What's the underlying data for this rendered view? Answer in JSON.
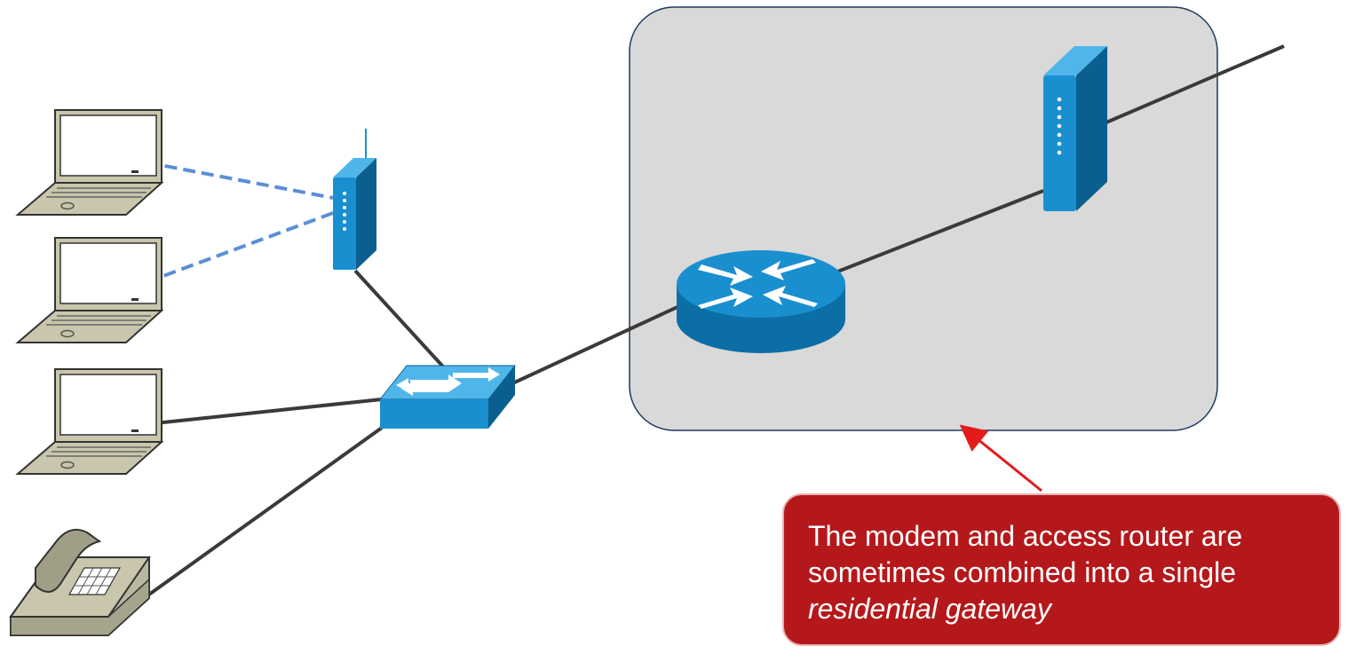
{
  "callout": {
    "line1": "The modem and access router are",
    "line2": "sometimes combined into a single",
    "line3_italic": "residential gateway"
  },
  "colors": {
    "gateway_box_fill": "#d9d9d9",
    "gateway_box_stroke": "#1f3a5f",
    "wired_link": "#3a3a3a",
    "wireless_link": "#5b8fd6",
    "device_blue": "#1a8fd0",
    "device_blue_dark": "#0b5f8e",
    "callout_fill": "#b5181b",
    "pointer_arrow": "#e31b1b",
    "laptop_body": "#c9c6ad"
  },
  "devices": [
    {
      "name": "laptop-1",
      "icon": "laptop-icon"
    },
    {
      "name": "laptop-2",
      "icon": "laptop-icon"
    },
    {
      "name": "laptop-3",
      "icon": "laptop-icon"
    },
    {
      "name": "telephone",
      "icon": "telephone-icon"
    },
    {
      "name": "wireless-access-point",
      "icon": "wireless-access-point-icon"
    },
    {
      "name": "ethernet-switch",
      "icon": "switch-icon"
    },
    {
      "name": "access-router",
      "icon": "router-icon"
    },
    {
      "name": "modem",
      "icon": "modem-icon"
    }
  ]
}
